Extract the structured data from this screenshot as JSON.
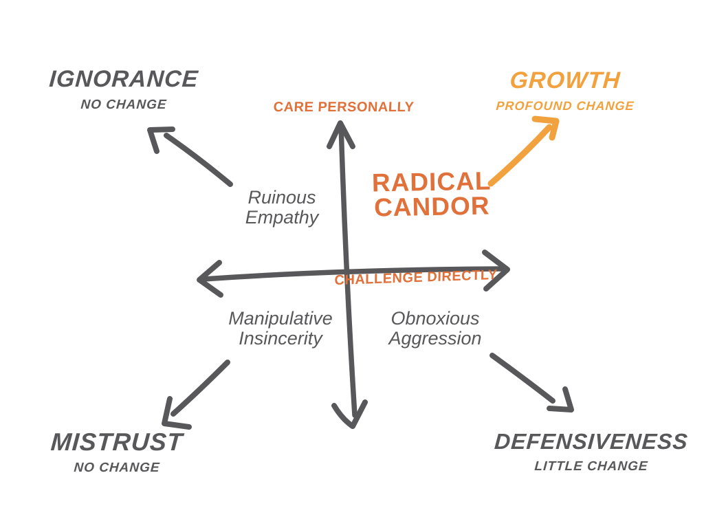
{
  "title": "Radical Candor framework diagram",
  "colors": {
    "gray": "#58585a",
    "orange_red": "#e0713a",
    "orange_amber": "#f1a13d",
    "background": "#ffffff"
  },
  "axes": {
    "vertical_label": "CARE PERSONALLY",
    "horizontal_label": "CHALLENGE DIRECTLY"
  },
  "quadrants": {
    "top_left": {
      "line1": "Ruinous",
      "line2": "Empathy"
    },
    "top_right": {
      "line1": "RADICAL",
      "line2": "CANDOR"
    },
    "bottom_left": {
      "line1": "Manipulative",
      "line2": "Insincerity"
    },
    "bottom_right": {
      "line1": "Obnoxious",
      "line2": "Aggression"
    }
  },
  "outcomes": {
    "top_left": {
      "title": "IGNORANCE",
      "subtitle": "NO CHANGE"
    },
    "top_right": {
      "title": "GROWTH",
      "subtitle": "PROFOUND CHANGE"
    },
    "bottom_left": {
      "title": "MISTRUST",
      "subtitle": "NO CHANGE"
    },
    "bottom_right": {
      "title": "DEFENSIVENESS",
      "subtitle": "LITTLE CHANGE"
    }
  }
}
